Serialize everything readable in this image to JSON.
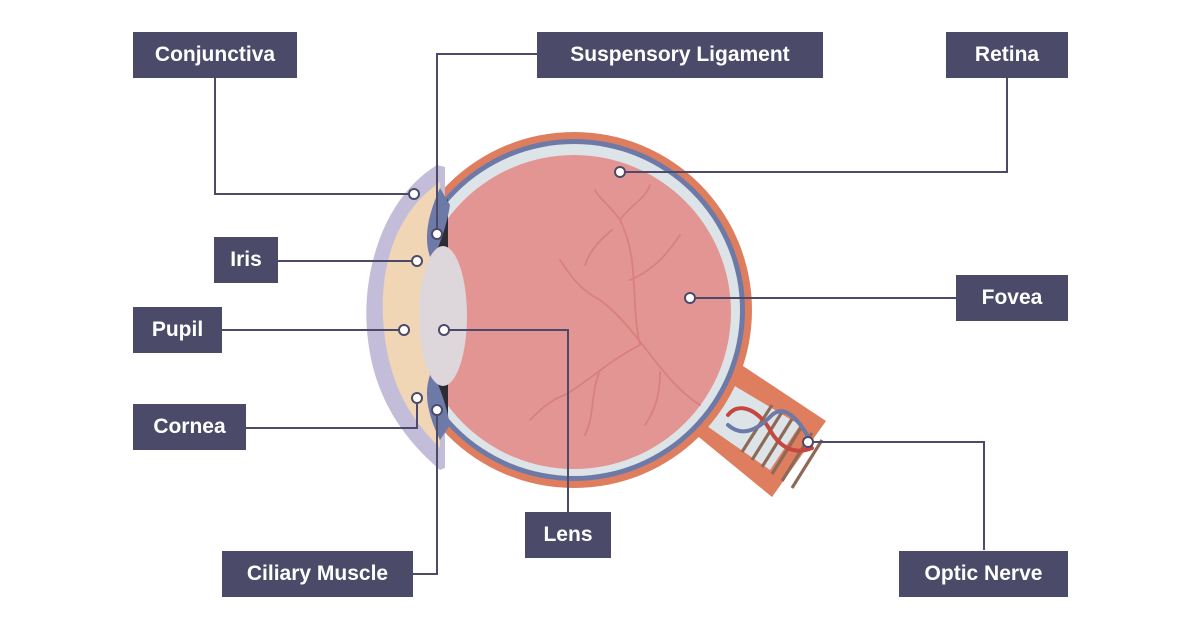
{
  "labels": {
    "conjunctiva": "Conjunctiva",
    "suspensory_ligament": "Suspensory Ligament",
    "retina": "Retina",
    "iris": "Iris",
    "fovea": "Fovea",
    "pupil": "Pupil",
    "cornea": "Cornea",
    "lens": "Lens",
    "ciliary_muscle": "Ciliary Muscle",
    "optic_nerve": "Optic Nerve"
  },
  "colors": {
    "label_bg": "#4b4b69",
    "label_text": "#ffffff",
    "sclera_outer": "#de7e5f",
    "choroid": "#6d7aa8",
    "retina_layer": "#dde4e8",
    "vitreous": "#e39593",
    "lens": "#ddd6da",
    "cornea": "#c3bdd9",
    "aqueous": "#f0d6b5",
    "iris": "#6d7aa8",
    "vessel": "#d9807f",
    "leader_line": "#4b4b69"
  }
}
